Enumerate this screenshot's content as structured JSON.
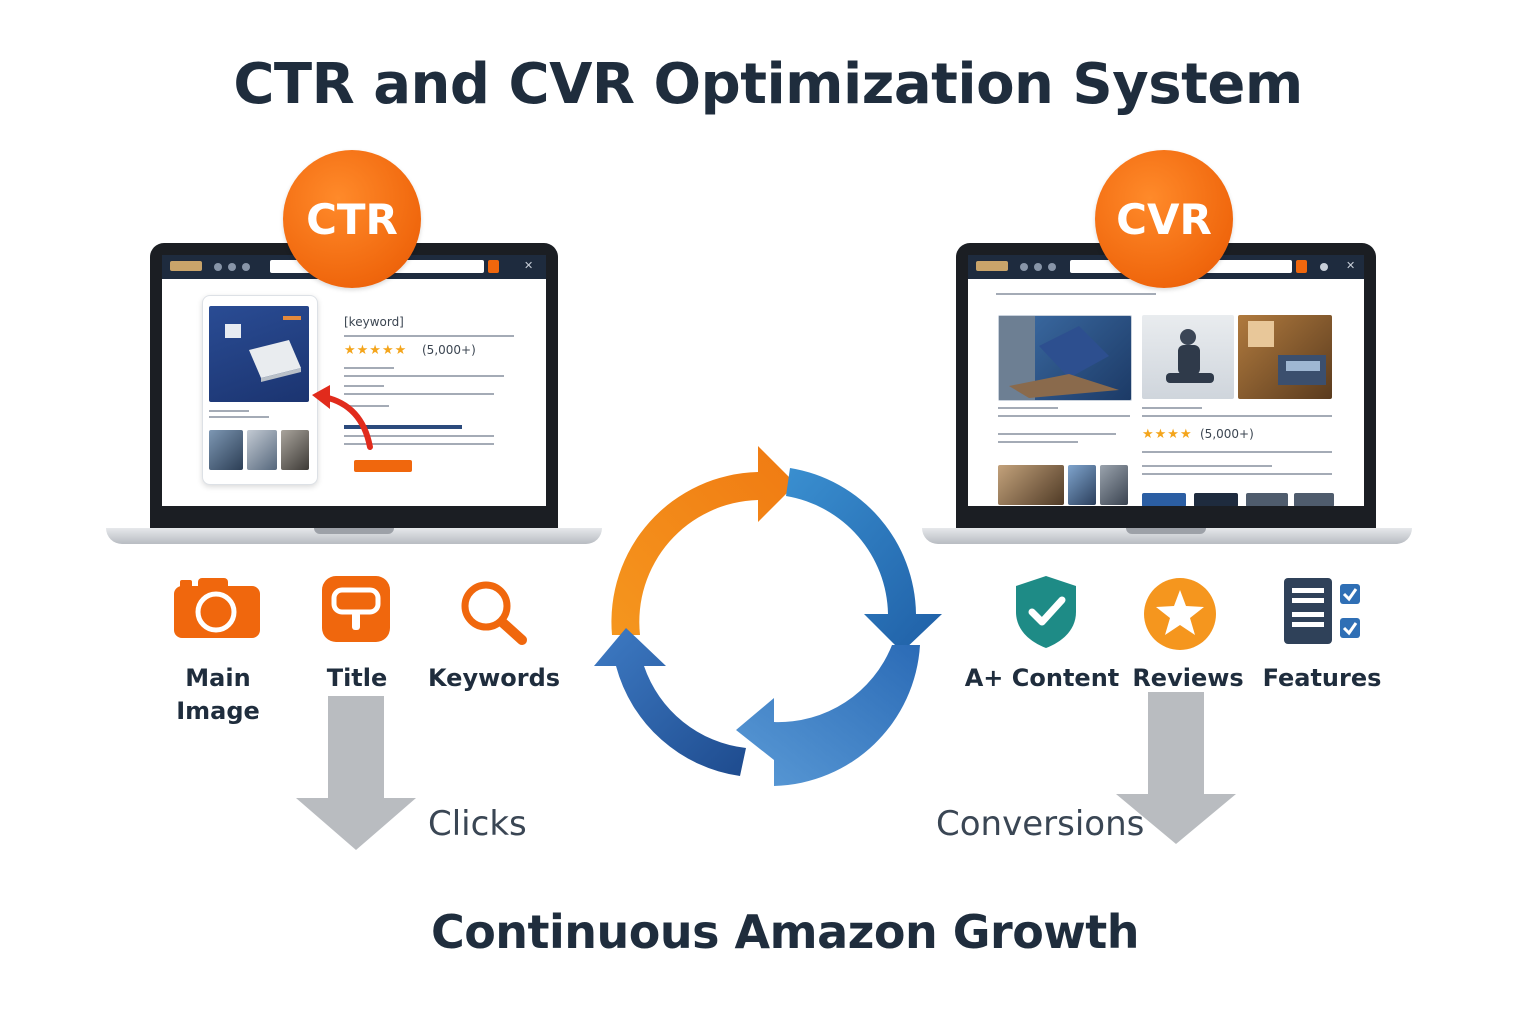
{
  "title": "CTR and CVR Optimization System",
  "footer": "Continuous Amazon Growth",
  "ctr": {
    "badge": "CTR",
    "screen": {
      "keyword_text": "[keyword]",
      "rating_count": "(5,000+)"
    },
    "icons": [
      {
        "name": "camera-icon",
        "label": "Main Image"
      },
      {
        "name": "title-icon",
        "label": "Title"
      },
      {
        "name": "magnifier-icon",
        "label": "Keywords"
      }
    ],
    "result": "Clicks"
  },
  "cvr": {
    "badge": "CVR",
    "screen": {
      "rating_count": "(5,000+)"
    },
    "icons": [
      {
        "name": "shield-check-icon",
        "label": "A+ Content"
      },
      {
        "name": "star-icon",
        "label": "Reviews"
      },
      {
        "name": "list-check-icon",
        "label": "Features"
      }
    ],
    "result": "Conversions"
  },
  "colors": {
    "orange": "#f0670d",
    "navy": "#1f2d3d",
    "blue": "#2f6fb5",
    "gray_arrow": "#b9bcc0"
  }
}
